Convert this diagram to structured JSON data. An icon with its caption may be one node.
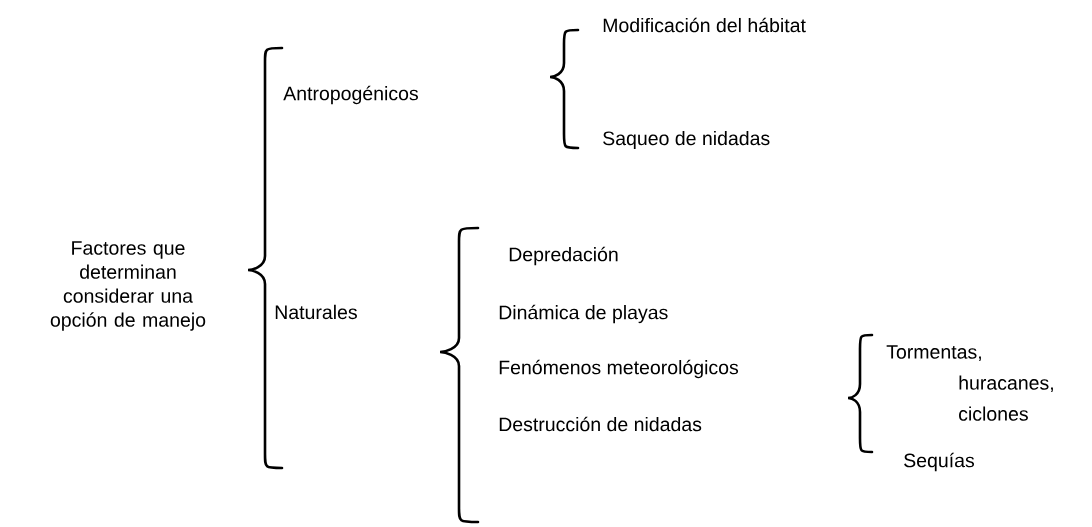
{
  "diagram": {
    "labels": [
      "Factores que determinan considerar una opción de manejo",
      "Antropogénicos",
      "Modificación del hábitat",
      "Saqueo de nidadas",
      "Naturales",
      "Depredación",
      "Dinámica de playas",
      "Fenómenos meteorológicos",
      "Tormentas, huracanes, ciclones",
      "Sequías",
      "Destrucción de nidadas"
    ]
  }
}
